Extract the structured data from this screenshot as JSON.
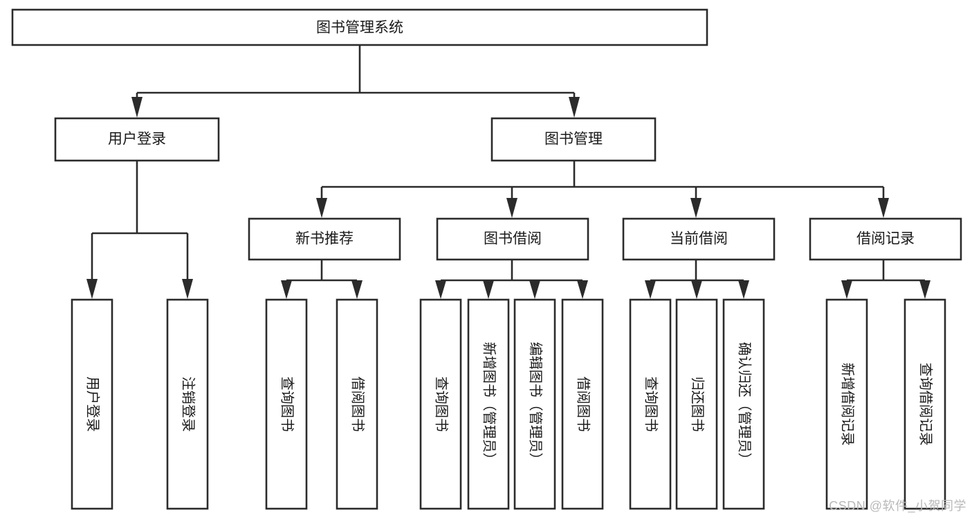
{
  "diagram": {
    "title": "图书管理系统",
    "type": "tree-hierarchy-chart",
    "watermark": "CSDN @软件_小贺同学",
    "colors": {
      "stroke": "#2b2b2b",
      "fill": "#ffffff",
      "text": "#1a1a1a",
      "watermark": "#b9b9b9",
      "background": "#ffffff"
    },
    "root": {
      "id": "root",
      "label": "图书管理系统"
    },
    "level2": [
      {
        "id": "user-login",
        "label": "用户登录"
      },
      {
        "id": "book-manage",
        "label": "图书管理"
      }
    ],
    "level3": [
      {
        "id": "new-book-recommend",
        "label": "新书推荐",
        "parent": "book-manage"
      },
      {
        "id": "book-borrow",
        "label": "图书借阅",
        "parent": "book-manage"
      },
      {
        "id": "current-borrow",
        "label": "当前借阅",
        "parent": "book-manage"
      },
      {
        "id": "borrow-record",
        "label": "借阅记录",
        "parent": "book-manage"
      }
    ],
    "leaves": {
      "user-login": [
        {
          "id": "leaf-user-login",
          "label": "用户登录"
        },
        {
          "id": "leaf-user-logout",
          "label": "注销登录"
        }
      ],
      "new-book-recommend": [
        {
          "id": "leaf-query-book-1",
          "label": "查询图书"
        },
        {
          "id": "leaf-borrow-book-1",
          "label": "借阅图书"
        }
      ],
      "book-borrow": [
        {
          "id": "leaf-query-book-2",
          "label": "查询图书"
        },
        {
          "id": "leaf-add-book",
          "label": "新增图书（管理员）"
        },
        {
          "id": "leaf-edit-book",
          "label": "编辑图书（管理员）"
        },
        {
          "id": "leaf-borrow-book-2",
          "label": "借阅图书"
        }
      ],
      "current-borrow": [
        {
          "id": "leaf-query-book-3",
          "label": "查询图书"
        },
        {
          "id": "leaf-return-book",
          "label": "归还图书"
        },
        {
          "id": "leaf-confirm-return",
          "label": "确认归还（管理员）"
        }
      ],
      "borrow-record": [
        {
          "id": "leaf-add-record",
          "label": "新增借阅记录"
        },
        {
          "id": "leaf-query-record",
          "label": "查询借阅记录"
        }
      ]
    }
  }
}
